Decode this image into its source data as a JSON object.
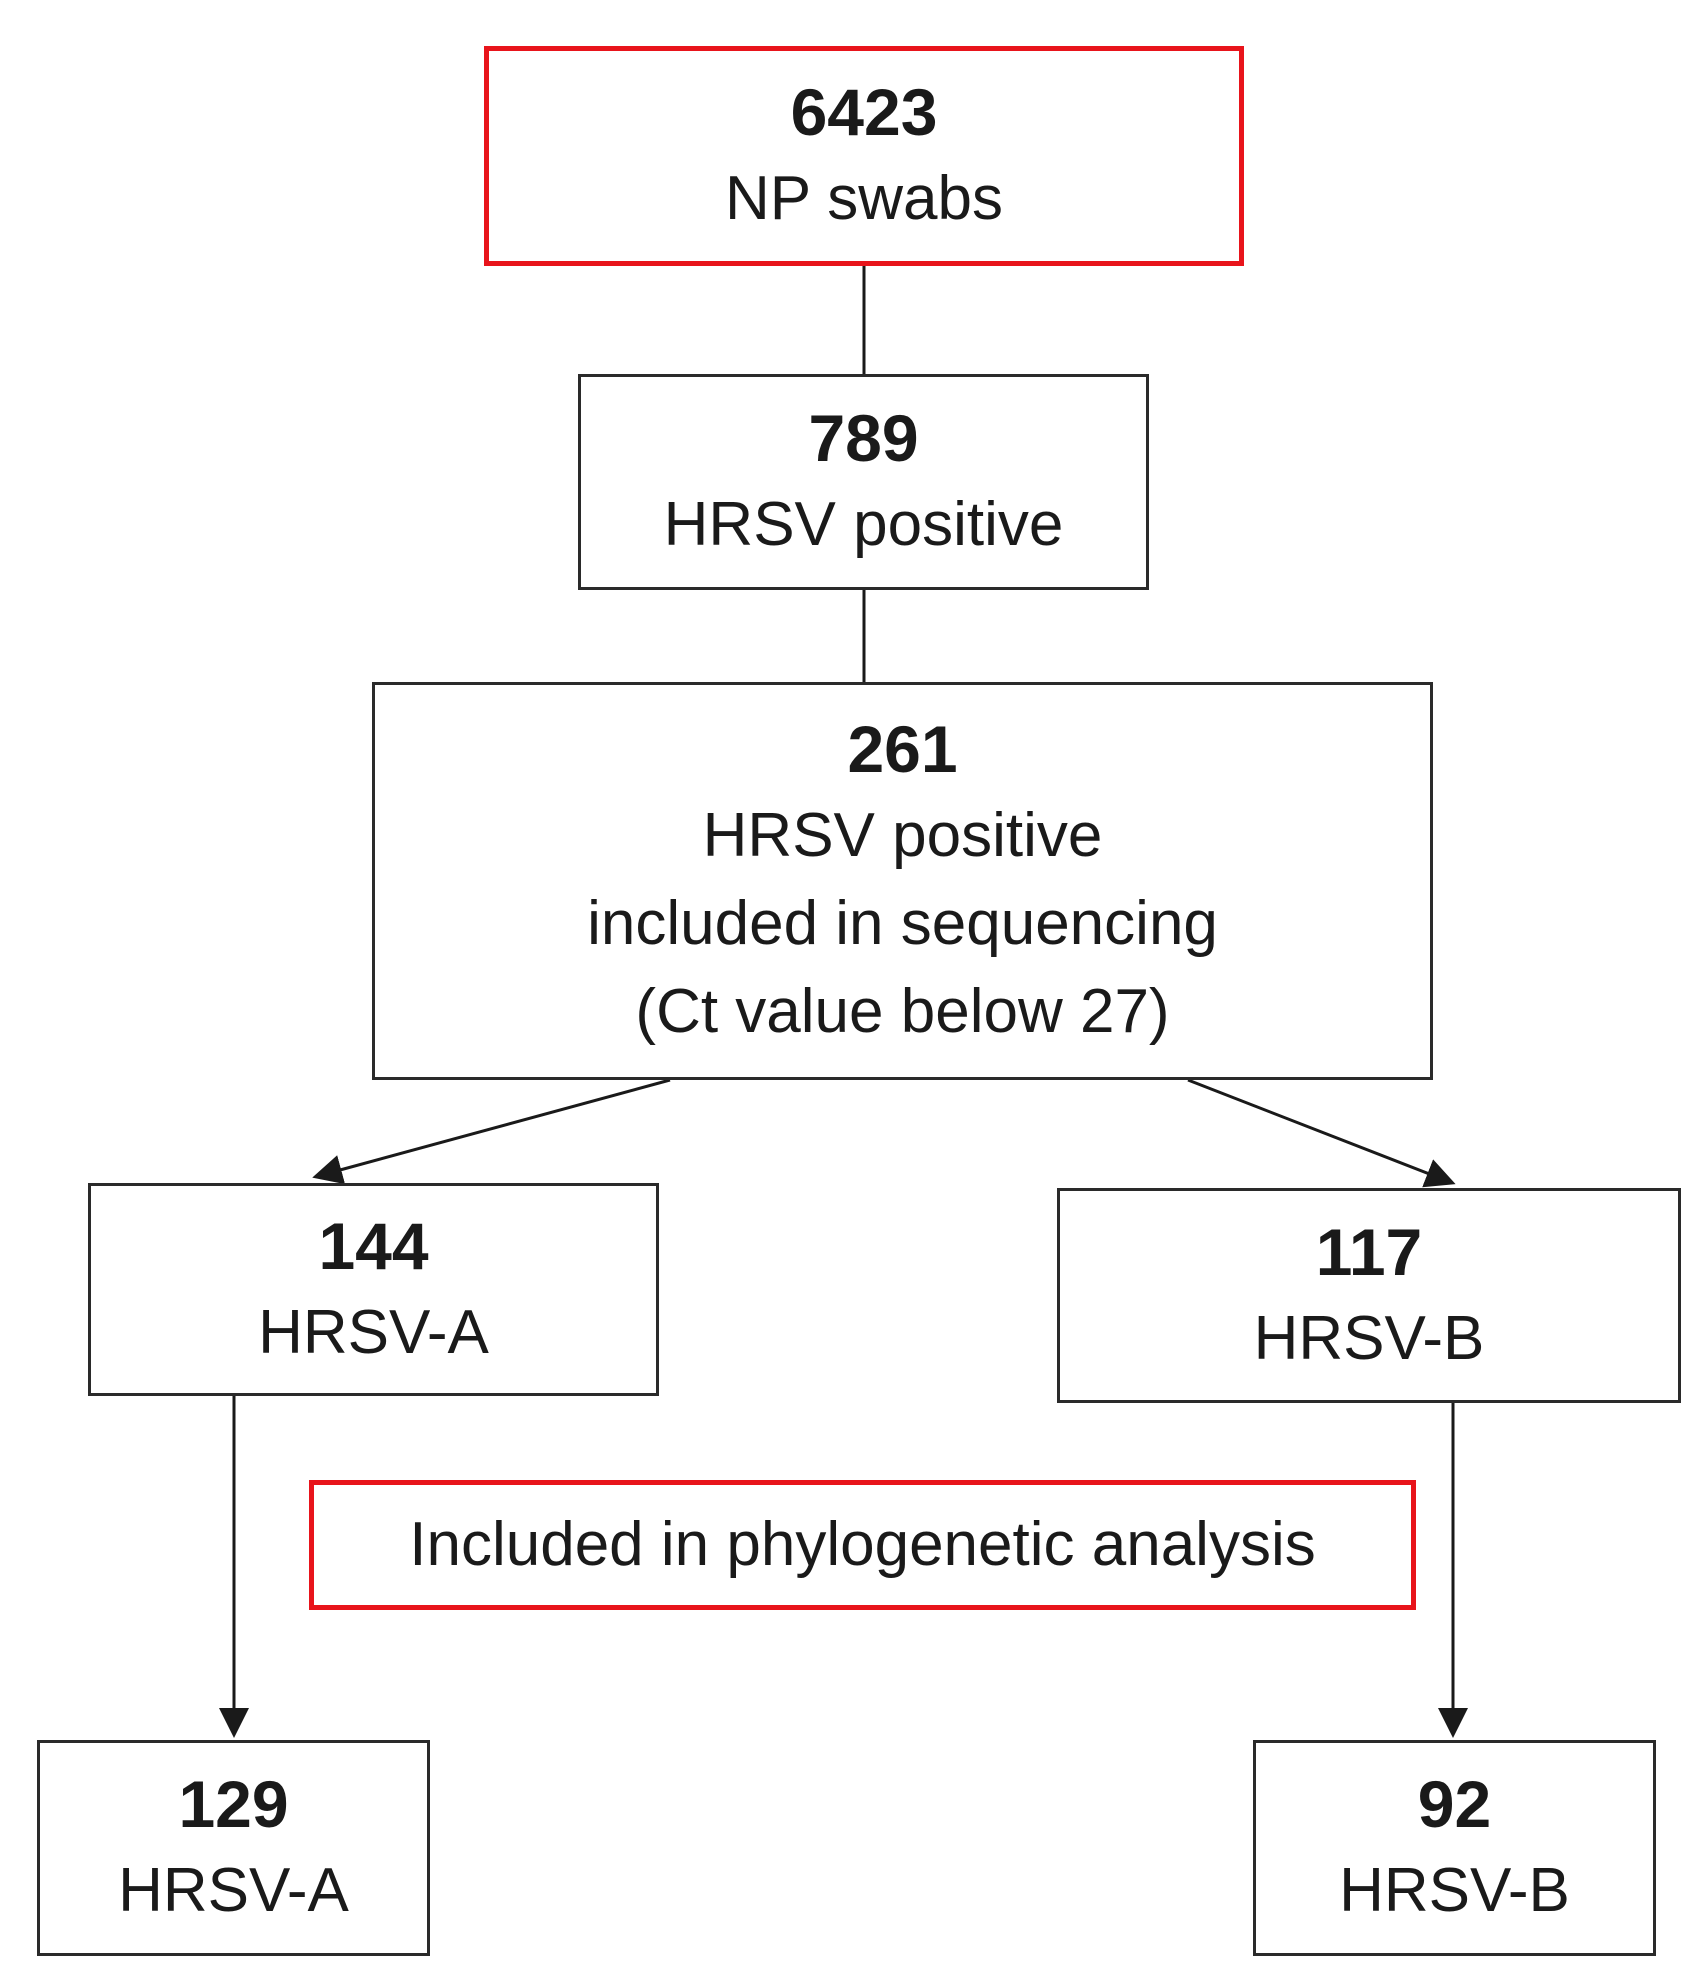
{
  "nodes": {
    "swabs": {
      "count": "6423",
      "lines": [
        "NP swabs"
      ]
    },
    "positive": {
      "count": "789",
      "lines": [
        "HRSV positive"
      ]
    },
    "sequenced": {
      "count": "261",
      "lines": [
        "HRSV positive",
        "included in sequencing",
        "(Ct value below 27)"
      ]
    },
    "hrsv_a": {
      "count": "144",
      "lines": [
        "HRSV-A"
      ]
    },
    "hrsv_b": {
      "count": "117",
      "lines": [
        "HRSV-B"
      ]
    },
    "hrsv_a_final": {
      "count": "129",
      "lines": [
        "HRSV-A"
      ]
    },
    "hrsv_b_final": {
      "count": "92",
      "lines": [
        "HRSV-B"
      ]
    }
  },
  "legend": {
    "label": "Included in phylogenetic analysis"
  },
  "colors": {
    "highlight_border": "#e8141b",
    "box_border": "#2a2a2a",
    "connector": "#1a1a1a"
  }
}
